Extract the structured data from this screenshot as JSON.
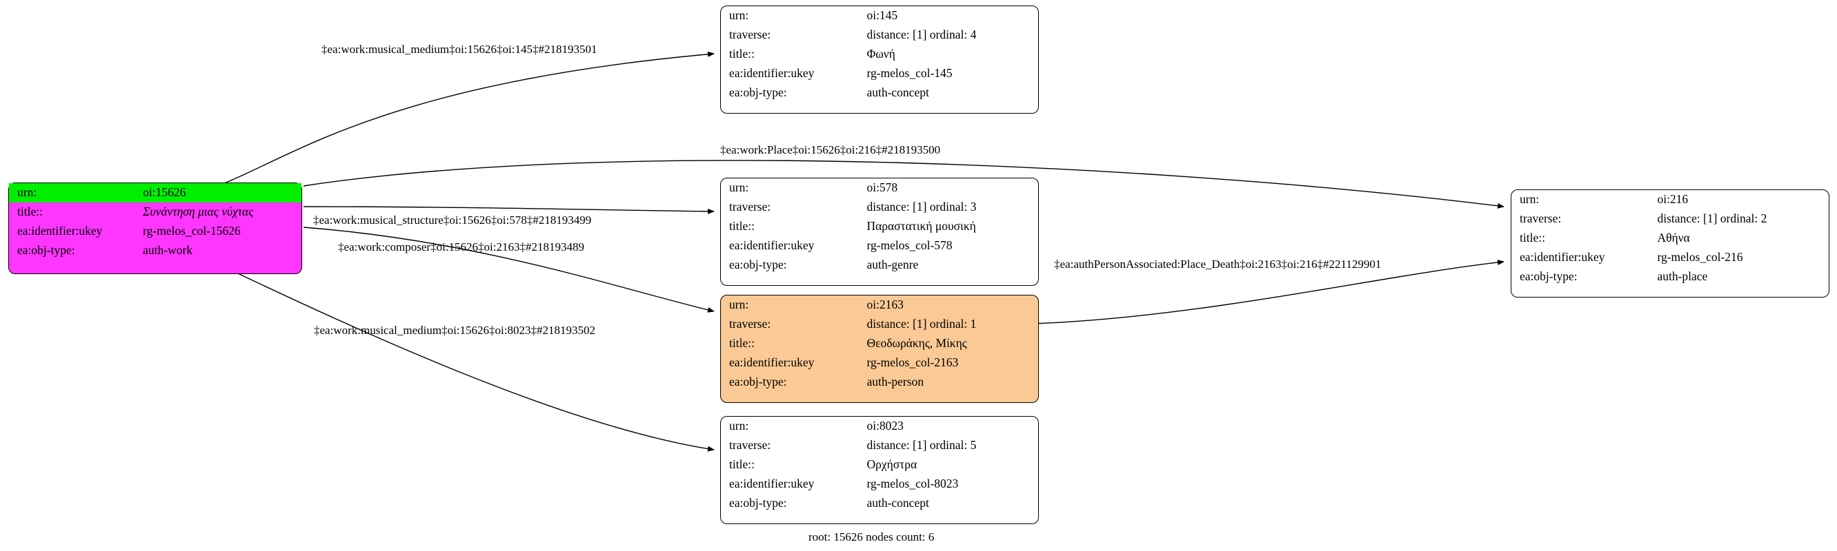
{
  "graph": {
    "caption": "root: 15626 nodes count: 6",
    "colors": {
      "root_fill": "#ff36ff",
      "root_urn_highlight": "#00ef00",
      "person_fill": "#fac995",
      "default_fill": "#ffffff",
      "border": "#000000"
    },
    "nodes": [
      {
        "id": "root",
        "fill": "#ff36ff",
        "rows": [
          {
            "key": "urn:",
            "value": "oi:15626",
            "highlight": true
          },
          {
            "key": "title::",
            "value": "Συνάντηση μιας νύχτας",
            "italic": true
          },
          {
            "key": "ea:identifier:ukey",
            "value": "rg-melos_col-15626"
          },
          {
            "key": "ea:obj-type:",
            "value": "auth-work"
          }
        ]
      },
      {
        "id": "n145",
        "fill": "#ffffff",
        "rows": [
          {
            "key": "urn:",
            "value": "oi:145"
          },
          {
            "key": "traverse:",
            "value": "distance: [1]     ordinal: 4"
          },
          {
            "key": "title::",
            "value": "Φωνή"
          },
          {
            "key": "ea:identifier:ukey",
            "value": "rg-melos_col-145"
          },
          {
            "key": "ea:obj-type:",
            "value": "auth-concept"
          }
        ]
      },
      {
        "id": "n578",
        "fill": "#ffffff",
        "rows": [
          {
            "key": "urn:",
            "value": "oi:578"
          },
          {
            "key": "traverse:",
            "value": "distance: [1]     ordinal: 3"
          },
          {
            "key": "title::",
            "value": "Παραστατική μουσική"
          },
          {
            "key": "ea:identifier:ukey",
            "value": "rg-melos_col-578"
          },
          {
            "key": "ea:obj-type:",
            "value": "auth-genre"
          }
        ]
      },
      {
        "id": "n2163",
        "fill": "#fac995",
        "rows": [
          {
            "key": "urn:",
            "value": "oi:2163"
          },
          {
            "key": "traverse:",
            "value": "distance: [1]     ordinal: 1"
          },
          {
            "key": "title::",
            "value": "Θεοδωράκης, Μίκης"
          },
          {
            "key": "ea:identifier:ukey",
            "value": "rg-melos_col-2163"
          },
          {
            "key": "ea:obj-type:",
            "value": "auth-person"
          }
        ]
      },
      {
        "id": "n8023",
        "fill": "#ffffff",
        "rows": [
          {
            "key": "urn:",
            "value": "oi:8023"
          },
          {
            "key": "traverse:",
            "value": "distance: [1]     ordinal: 5"
          },
          {
            "key": "title::",
            "value": "Ορχήστρα"
          },
          {
            "key": "ea:identifier:ukey",
            "value": "rg-melos_col-8023"
          },
          {
            "key": "ea:obj-type:",
            "value": "auth-concept"
          }
        ]
      },
      {
        "id": "n216",
        "fill": "#ffffff",
        "rows": [
          {
            "key": "urn:",
            "value": "oi:216"
          },
          {
            "key": "traverse:",
            "value": "distance: [1]     ordinal: 2"
          },
          {
            "key": "title::",
            "value": "Αθήνα"
          },
          {
            "key": "ea:identifier:ukey",
            "value": "rg-melos_col-216"
          },
          {
            "key": "ea:obj-type:",
            "value": "auth-place"
          }
        ]
      }
    ],
    "edges": [
      {
        "id": "e1",
        "label": "‡ea:work:musical_medium‡oi:15626‡oi:145‡#218193501"
      },
      {
        "id": "e2",
        "label": "‡ea:work:Place‡oi:15626‡oi:216‡#218193500"
      },
      {
        "id": "e3",
        "label": "‡ea:work:musical_structure‡oi:15626‡oi:578‡#218193499"
      },
      {
        "id": "e4",
        "label": "‡ea:work:composer‡oi:15626‡oi:2163‡#218193489"
      },
      {
        "id": "e5",
        "label": "‡ea:work:musical_medium‡oi:15626‡oi:8023‡#218193502"
      },
      {
        "id": "e6",
        "label": "‡ea:authPersonAssociated:Place_Death‡oi:2163‡oi:216‡#221129901"
      }
    ]
  }
}
